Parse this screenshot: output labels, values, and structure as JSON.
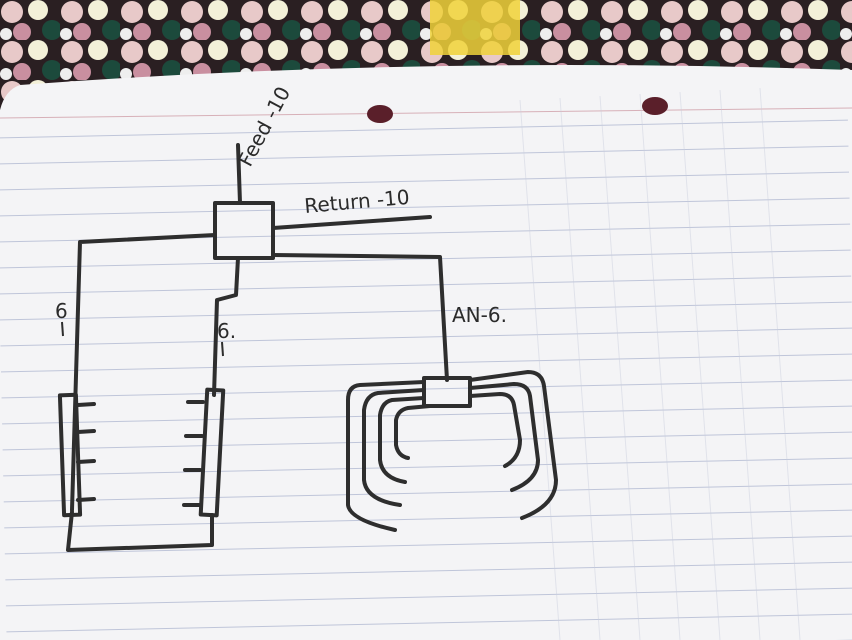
{
  "labels": {
    "feed": "Feed -10",
    "return": "Return -10",
    "left_line": "6",
    "mid_line": "6.",
    "right_line": "AN-6."
  },
  "colors": {
    "paper": "#f4f4f6",
    "rule_line": "#b9c0d6",
    "ink": "#2e2e2e"
  }
}
